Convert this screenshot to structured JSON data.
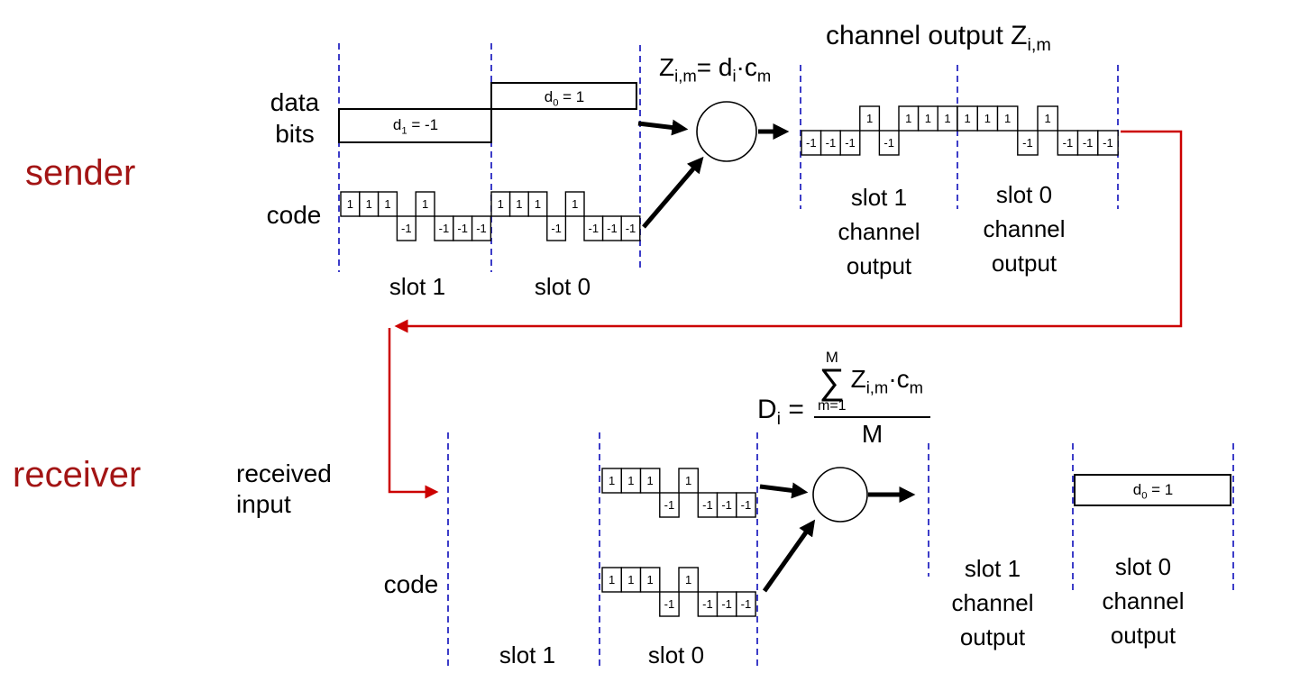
{
  "colors": {
    "section_red": "#a31515",
    "arrow_red": "#cc0000",
    "dashed_blue": "#3d3dc8",
    "ink": "#000000"
  },
  "sender": {
    "section_label": "sender",
    "data_bits_label": [
      "data",
      "bits"
    ],
    "code_label": "code",
    "slot1_label": "slot 1",
    "slot0_label": "slot 0",
    "d1_box": {
      "base": "d",
      "sub": "1",
      "rest": " = -1"
    },
    "d0_box": {
      "base": "d",
      "sub": "0",
      "rest": " = 1"
    },
    "formula": {
      "z": "Z",
      "z_sub": "i,m",
      "eq_d": "= d",
      "d_sub": "i",
      "dot_c": "·c",
      "c_sub": "m"
    },
    "channel_output_title": {
      "text": "channel output Z",
      "sub": "i,m"
    },
    "code_wave": {
      "slot1": [
        1,
        1,
        1,
        -1,
        1,
        -1,
        -1,
        -1
      ],
      "slot0": [
        1,
        1,
        1,
        -1,
        1,
        -1,
        -1,
        -1
      ]
    },
    "channel_wave": {
      "slot1": [
        -1,
        -1,
        -1,
        1,
        -1,
        1,
        1,
        1
      ],
      "slot0": [
        1,
        1,
        1,
        -1,
        1,
        -1,
        -1,
        -1
      ]
    },
    "output_slot1_caption": [
      "slot 1",
      "channel",
      "output"
    ],
    "output_slot0_caption": [
      "slot 0",
      "channel",
      "output"
    ]
  },
  "receiver": {
    "section_label": "receiver",
    "received_input_label": [
      "received",
      "input"
    ],
    "code_label": "code",
    "slot1_label": "slot 1",
    "slot0_label": "slot 0",
    "formula": {
      "d": "D",
      "d_sub": "i",
      "eq": " = ",
      "sum_top": "M",
      "sigma": "∑",
      "sum_bottom": "m=1",
      "z": "Z",
      "z_sub": "i,m",
      "dot_c": "·c",
      "c_sub": "m",
      "denom": "M"
    },
    "received_wave": [
      1,
      1,
      1,
      -1,
      1,
      -1,
      -1,
      -1
    ],
    "code_wave": [
      1,
      1,
      1,
      -1,
      1,
      -1,
      -1,
      -1
    ],
    "output_slot1_caption": [
      "slot 1",
      "channel",
      "output"
    ],
    "output_slot0_caption": [
      "slot 0",
      "channel",
      "output"
    ],
    "d0_box": {
      "base": "d",
      "sub": "0",
      "rest": " = 1"
    }
  }
}
